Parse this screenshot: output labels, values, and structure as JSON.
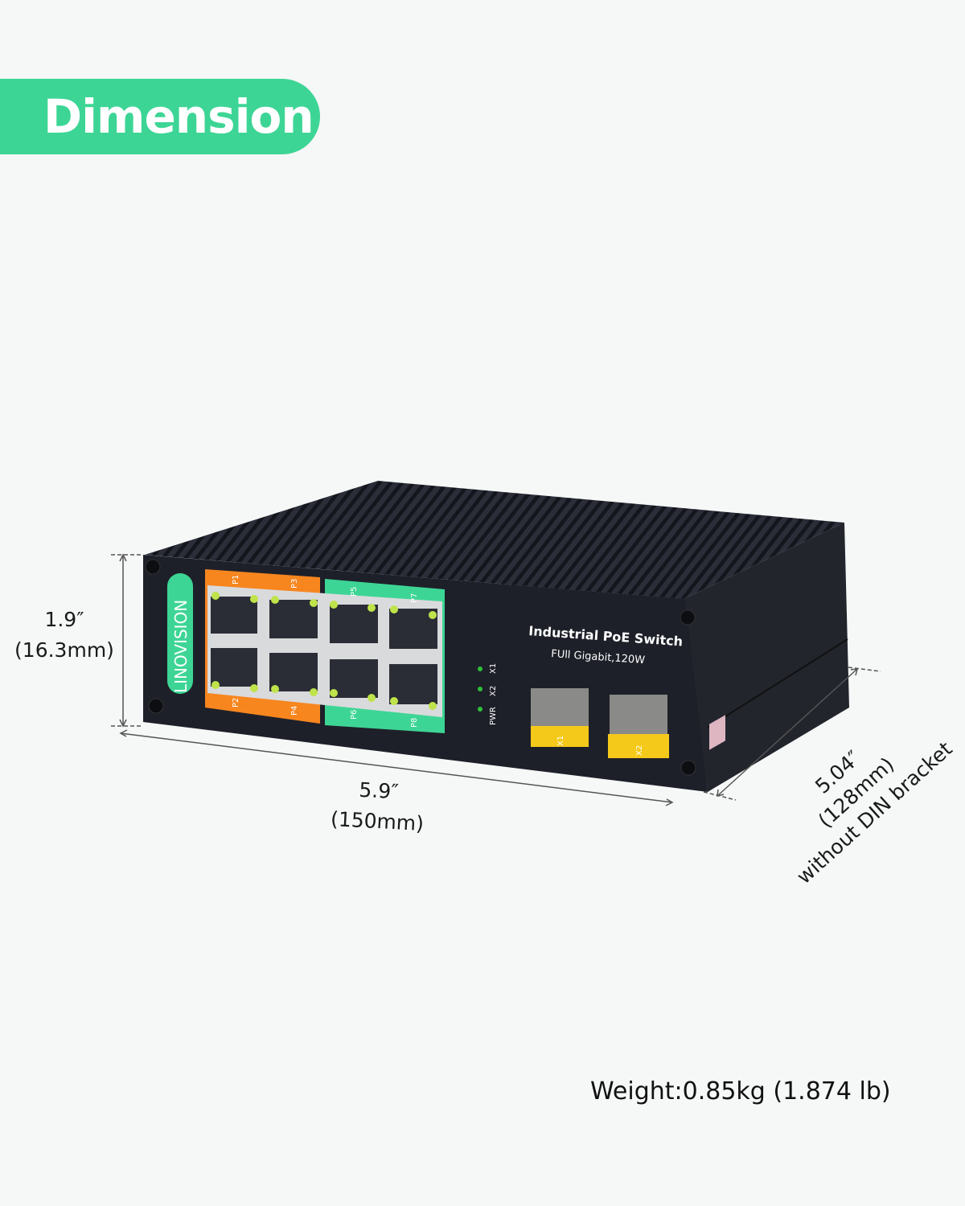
{
  "header": {
    "title": "Dimension"
  },
  "dimensions": {
    "height": {
      "inches": "1.9″",
      "mm": "(16.3mm)"
    },
    "width": {
      "inches": "5.9″",
      "mm": "(150mm)"
    },
    "depth": {
      "inches": "5.04″",
      "mm": "(128mm)",
      "note": "without DIN bracket"
    }
  },
  "weight": "Weight:0.85kg (1.874 lb)",
  "device": {
    "brand": "LINOVISION",
    "product_name": "Industrial PoE Switch",
    "product_spec": "FUll Gigabit,120W",
    "rj45_ports": [
      {
        "label": "P1",
        "group": "orange"
      },
      {
        "label": "P2",
        "group": "orange"
      },
      {
        "label": "P3",
        "group": "orange"
      },
      {
        "label": "P4",
        "group": "orange"
      },
      {
        "label": "P5",
        "group": "green"
      },
      {
        "label": "P6",
        "group": "green"
      },
      {
        "label": "P7",
        "group": "green"
      },
      {
        "label": "P8",
        "group": "green"
      }
    ],
    "leds": [
      "X1",
      "X2",
      "PWR"
    ],
    "sfp_ports": [
      "X1",
      "X2"
    ],
    "colors": {
      "accent_green": "#3dd595",
      "port_orange": "#f7861f",
      "sfp_yellow": "#f5c91a",
      "body": "#1e2029"
    }
  }
}
